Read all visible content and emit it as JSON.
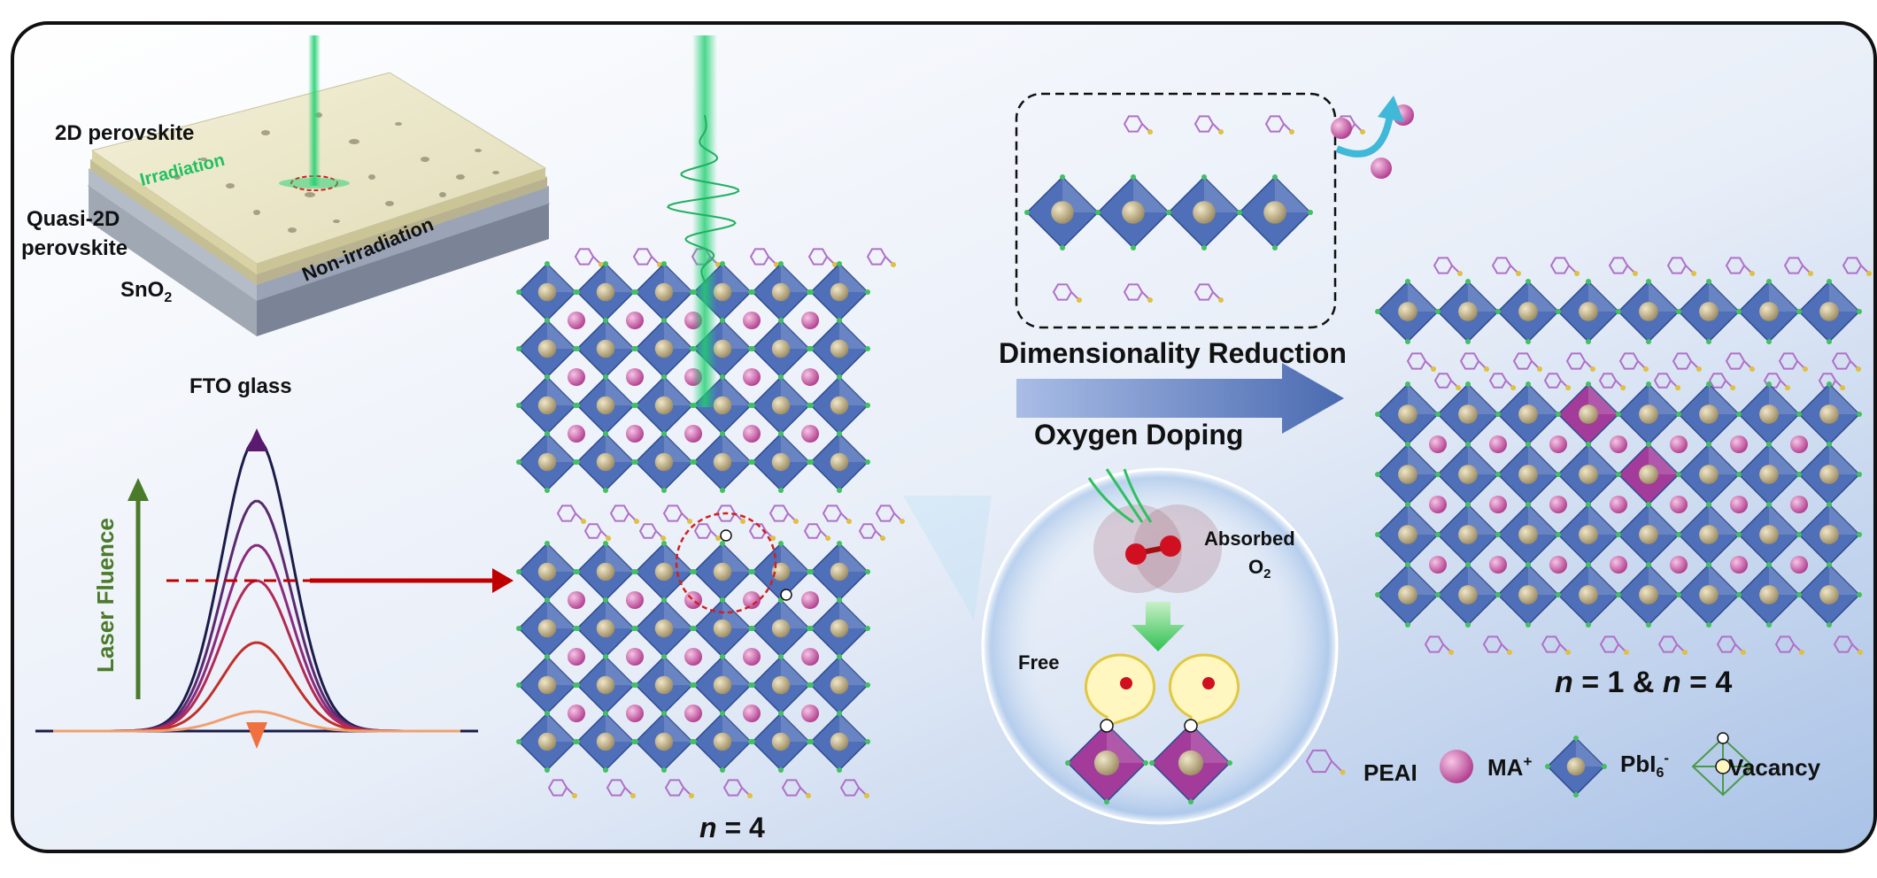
{
  "labels": {
    "two_d_perovskite": "2D perovskite",
    "irradiation": "Irradiation",
    "non_irradiation": "Non-irradiation",
    "quasi_2d_line1": "Quasi-2D",
    "quasi_2d_line2": "perovskite",
    "sno2_base": "SnO",
    "sno2_sub": "2",
    "fto_glass": "FTO glass",
    "laser_fluence": "Laser Fluence",
    "dimensionality_reduction": "Dimensionality Reduction",
    "oxygen_doping": "Oxygen Doping",
    "absorbed": "Absorbed",
    "o2_base": "O",
    "o2_sub": "2",
    "free": "Free",
    "n_left_var": "n",
    "n_left_rest": " = 4",
    "n_right_var1": "n",
    "n_right_mid": " = 1  &  ",
    "n_right_var2": "n",
    "n_right_rest": " = 4"
  },
  "legend": {
    "peai": "PEAI",
    "ma_base": "MA",
    "ma_sup": "+",
    "pbi6_base": "PbI",
    "pbi6_sub": "6",
    "pbi6_sup": "-",
    "vacancy": "Vacancy"
  },
  "colors": {
    "octahedron": "#4f6fb8",
    "octahedron_dark": "#2d4a8e",
    "ma_cation": "#c8509a",
    "organic": "#b070c8",
    "laser_green": "#20d070",
    "arrow_red": "#c00000",
    "fluence_arrow": "#4a7a2a",
    "oxygen": "#d01020",
    "doped_octahedron": "#a33b9a"
  },
  "fluence_curve_colors": [
    "#1c1c4a",
    "#5a2a6e",
    "#8a2a7e",
    "#b02a55",
    "#c0302a",
    "#f0a070"
  ]
}
